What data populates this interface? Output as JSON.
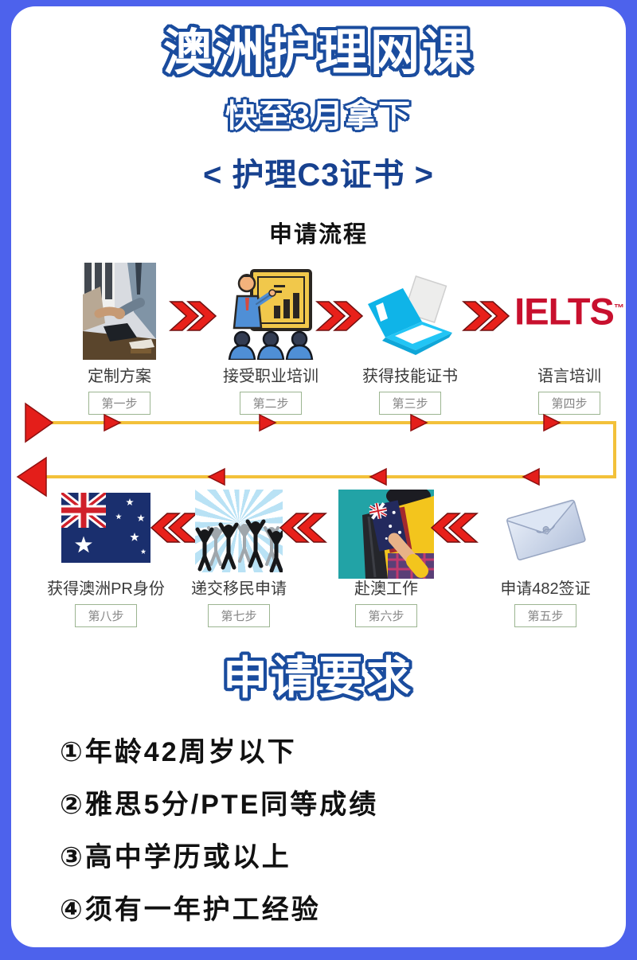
{
  "header": {
    "title": "澳洲护理网课",
    "subtitle": "快至3月拿下",
    "certificate": "< 护理C3证书 >"
  },
  "flow": {
    "heading": "申请流程",
    "row1": [
      {
        "label": "定制方案",
        "step": "第一步",
        "image": "handshake-photo"
      },
      {
        "label": "接受职业培训",
        "step": "第二步",
        "image": "training-illustration"
      },
      {
        "label": "获得技能证书",
        "step": "第三步",
        "image": "certificate-folder"
      },
      {
        "label": "语言培训",
        "step": "第四步",
        "image": "ielts-logo",
        "logo_text": "IELTS",
        "logo_tm": "™"
      }
    ],
    "row2": [
      {
        "label": "获得澳洲PR身份",
        "step": "第八步",
        "image": "australian-flag"
      },
      {
        "label": "递交移民申请",
        "step": "第七步",
        "image": "celebration-crowd"
      },
      {
        "label": "赴澳工作",
        "step": "第六步",
        "image": "person-with-flag"
      },
      {
        "label": "申请482签证",
        "step": "第五步",
        "image": "envelope-3d"
      }
    ]
  },
  "requirements": {
    "heading": "申请要求",
    "items": [
      "①年龄42周岁以下",
      "②雅思5分/PTE同等成绩",
      "③高中学历或以上",
      "④须有一年护工经验"
    ]
  },
  "colors": {
    "frame_blue": "#4d62ec",
    "outline_blue": "#1a4c9e",
    "navy_text": "#17418f",
    "chevron_red": "#e8201a",
    "line_gold": "#f3c13a",
    "badge_border": "#9cb591",
    "ielts_red": "#c8102e"
  }
}
